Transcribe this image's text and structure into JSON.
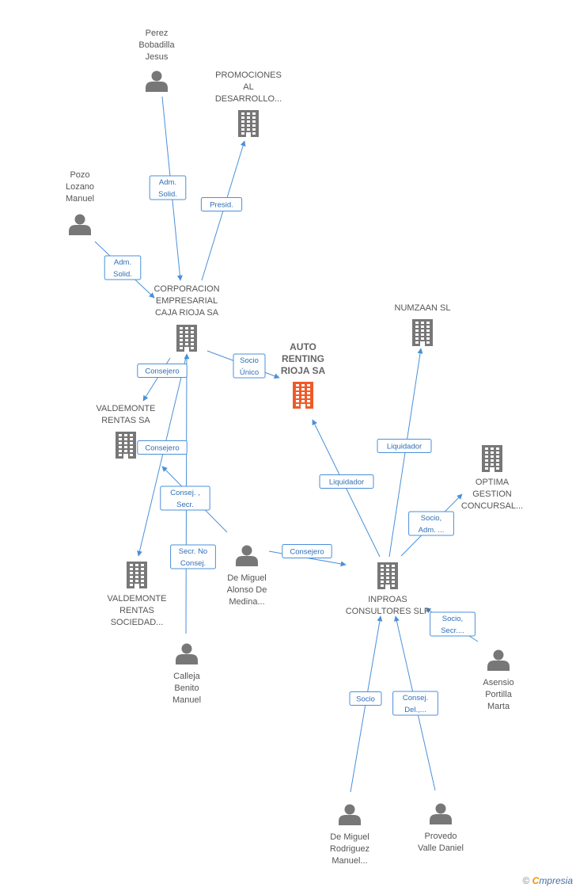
{
  "colors": {
    "accent": "#4a90d9",
    "node": "#777777",
    "main_node": "#f05a28"
  },
  "nodes": [
    {
      "id": "perez",
      "type": "person",
      "lines": [
        "Perez",
        "Bobadilla",
        "Jesus"
      ]
    },
    {
      "id": "promociones",
      "type": "company",
      "lines": [
        "PROMOCIONES",
        "AL",
        "DESARROLLO..."
      ]
    },
    {
      "id": "pozo",
      "type": "person",
      "lines": [
        "Pozo",
        "Lozano",
        "Manuel"
      ]
    },
    {
      "id": "corporacion",
      "type": "company",
      "lines": [
        "CORPORACION",
        "EMPRESARIAL",
        "CAJA RIOJA SA"
      ]
    },
    {
      "id": "auto",
      "type": "main",
      "lines": [
        "AUTO",
        "RENTING",
        "RIOJA SA"
      ]
    },
    {
      "id": "numzaan",
      "type": "company",
      "lines": [
        "NUMZAAN SL"
      ]
    },
    {
      "id": "valdemonte",
      "type": "company",
      "lines": [
        "VALDEMONTE",
        "RENTAS SA"
      ]
    },
    {
      "id": "optima",
      "type": "company",
      "lines": [
        "OPTIMA",
        "GESTION",
        "CONCURSAL..."
      ]
    },
    {
      "id": "valdemonte_soc",
      "type": "company",
      "lines": [
        "VALDEMONTE",
        "RENTAS",
        "SOCIEDAD..."
      ]
    },
    {
      "id": "demiguel_alonso",
      "type": "person",
      "lines": [
        "De Miguel",
        "Alonso De",
        "Medina..."
      ]
    },
    {
      "id": "inproas",
      "type": "company",
      "lines": [
        "INPROAS",
        "CONSULTORES SLP"
      ]
    },
    {
      "id": "calleja",
      "type": "person",
      "lines": [
        "Calleja",
        "Benito",
        "Manuel"
      ]
    },
    {
      "id": "asensio",
      "type": "person",
      "lines": [
        "Asensio",
        "Portilla",
        "Marta"
      ]
    },
    {
      "id": "demiguel_rodriguez",
      "type": "person",
      "lines": [
        "De Miguel",
        "Rodriguez",
        "Manuel..."
      ]
    },
    {
      "id": "provedo",
      "type": "person",
      "lines": [
        "Provedo",
        "Valle Daniel"
      ]
    }
  ],
  "edges": [
    {
      "id": "e1",
      "lines": [
        "Adm.",
        "Solid."
      ]
    },
    {
      "id": "e2",
      "lines": [
        "Presid."
      ]
    },
    {
      "id": "e3",
      "lines": [
        "Adm.",
        "Solid."
      ]
    },
    {
      "id": "e4",
      "lines": [
        "Socio",
        "Único"
      ]
    },
    {
      "id": "e5",
      "lines": [
        "Consejero"
      ]
    },
    {
      "id": "e6",
      "lines": [
        "Consejero"
      ]
    },
    {
      "id": "e7",
      "lines": [
        "Consej. ,",
        "Secr."
      ]
    },
    {
      "id": "e8",
      "lines": [
        "Secr. No",
        "Consej."
      ]
    },
    {
      "id": "e9",
      "lines": [
        "Consejero"
      ]
    },
    {
      "id": "e10",
      "lines": [
        "Liquidador"
      ]
    },
    {
      "id": "e11",
      "lines": [
        "Liquidador"
      ]
    },
    {
      "id": "e12",
      "lines": [
        "Socio,",
        "Adm. ..."
      ]
    },
    {
      "id": "e13",
      "lines": [
        "Socio,",
        "Secr...."
      ]
    },
    {
      "id": "e14",
      "lines": [
        "Socio"
      ]
    },
    {
      "id": "e15",
      "lines": [
        "Consej.",
        "Del.,..."
      ]
    }
  ],
  "footer": {
    "copyright": "©",
    "brand_e": "C",
    "brand_rest": "mpresia"
  }
}
